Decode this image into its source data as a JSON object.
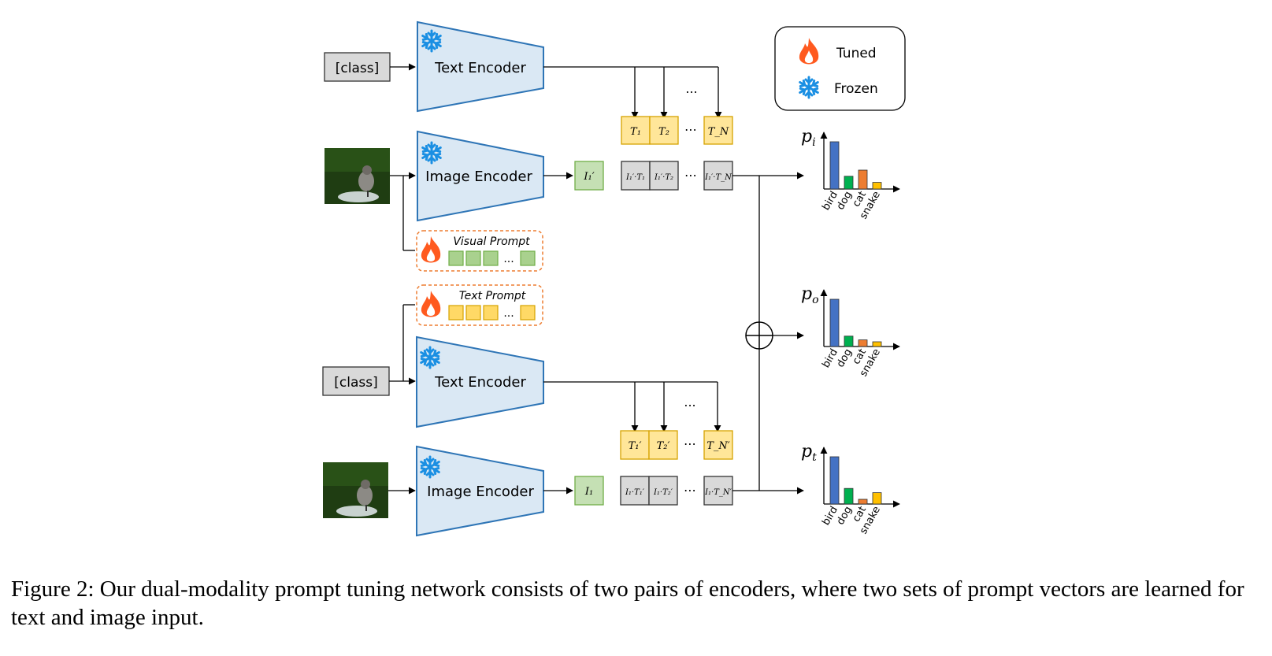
{
  "legend": {
    "tuned_label": "Tuned",
    "frozen_label": "Frozen"
  },
  "branch_top": {
    "class_input": "[class]",
    "text_encoder": "Text Encoder",
    "image_encoder": "Image Encoder",
    "image_feature": "I₁′",
    "text_features": [
      "T₁",
      "T₂",
      "⋯",
      "T_N"
    ],
    "products": [
      "I₁′·T₁",
      "I₁′·T₂",
      "⋯",
      "I₁′·T_N"
    ],
    "visual_prompt": "Visual Prompt",
    "dots": "..."
  },
  "branch_bottom": {
    "class_input": "[class]",
    "text_encoder": "Text Encoder",
    "image_encoder": "Image Encoder",
    "image_feature": "I₁",
    "text_features": [
      "T₁′",
      "T₂′",
      "⋯",
      "T_N′"
    ],
    "products": [
      "I₁·T₁′",
      "I₁·T₂′",
      "⋯",
      "I₁·T_N′"
    ],
    "text_prompt": "Text Prompt",
    "dots": "..."
  },
  "prob_charts": [
    {
      "label": "p_i",
      "categories": [
        "bird",
        "dog",
        "cat",
        "snake"
      ],
      "values": [
        1.0,
        0.27,
        0.4,
        0.14
      ],
      "colors": [
        "#4472c4",
        "#00b050",
        "#ed7d31",
        "#ffc000"
      ]
    },
    {
      "label": "p_o",
      "categories": [
        "bird",
        "dog",
        "cat",
        "snake"
      ],
      "values": [
        1.0,
        0.22,
        0.14,
        0.1
      ],
      "colors": [
        "#4472c4",
        "#00b050",
        "#ed7d31",
        "#ffc000"
      ]
    },
    {
      "label": "p_t",
      "categories": [
        "bird",
        "dog",
        "cat",
        "snake"
      ],
      "values": [
        1.0,
        0.33,
        0.1,
        0.24
      ],
      "colors": [
        "#4472c4",
        "#00b050",
        "#ed7d31",
        "#ffc000"
      ]
    }
  ],
  "caption": "Figure 2: Our dual-modality prompt tuning network consists of two pairs of encoders, where two sets of prompt vectors are learned for text and image input.",
  "colors": {
    "encoder_fill": "#dae8f4",
    "encoder_stroke": "#2e75b6",
    "text_feature_fill": "#ffe699",
    "text_feature_stroke": "#d6a300",
    "image_feature_fill": "#c5e0b4",
    "image_feature_stroke": "#70ad47",
    "product_fill": "#d9d9d9",
    "prompt_border": "#ed7d31",
    "snowflake": "#1a8fe3",
    "flame": "#ff5a1f"
  }
}
